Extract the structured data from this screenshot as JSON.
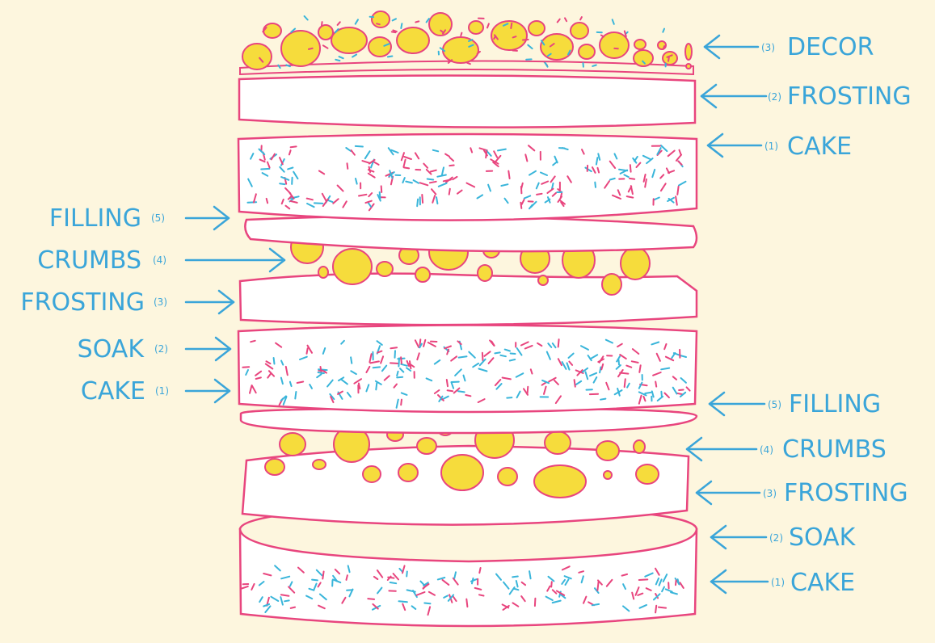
{
  "diagram": {
    "colors": {
      "background": "#FDF6DE",
      "outline": "#E8457E",
      "layer_fill": "#FFFFFF",
      "crumb_fill": "#F6DC3C",
      "label": "#3AA5D9",
      "sprinkle_blue": "#39B5DA",
      "sprinkle_pink": "#E8457E"
    },
    "labels": {
      "decor": {
        "num": "(3)",
        "text": "DECOR"
      },
      "top_frosting": {
        "num": "(2)",
        "text": "FROSTING"
      },
      "top_cake": {
        "num": "(1)",
        "text": "CAKE"
      },
      "mid_filling": {
        "num": "(5)",
        "text": "FILLING"
      },
      "mid_crumbs": {
        "num": "(4)",
        "text": "CRUMBS"
      },
      "mid_frosting": {
        "num": "(3)",
        "text": "FROSTING"
      },
      "mid_soak": {
        "num": "(2)",
        "text": "SOAK"
      },
      "mid_cake": {
        "num": "(1)",
        "text": "CAKE"
      },
      "bot_filling": {
        "num": "(5)",
        "text": "FILLING"
      },
      "bot_crumbs": {
        "num": "(4)",
        "text": "CRUMBS"
      },
      "bot_frosting": {
        "num": "(3)",
        "text": "FROSTING"
      },
      "bot_soak": {
        "num": "(2)",
        "text": "SOAK"
      },
      "bot_cake": {
        "num": "(1)",
        "text": "CAKE"
      }
    }
  }
}
